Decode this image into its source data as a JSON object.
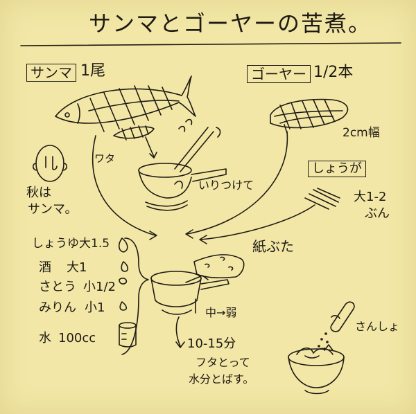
{
  "title": "サンマとゴーヤーの苦煮。",
  "ingredients": {
    "sanma_label": "サンマ",
    "sanma_qty": "1尾",
    "goya_label": "ゴーヤー",
    "goya_qty": "1/2本",
    "goya_cut": "2cm幅",
    "ginger_label": "しょうが",
    "ginger_qty_line1": "大1-2",
    "ginger_qty_line2": "ぶん"
  },
  "notes": {
    "guts": "ワタ",
    "fry": "いりつけて",
    "autumn_line1": "秋は",
    "autumn_line2": "サンマ。",
    "paper_lid": "紙ぶた",
    "heat": "中→弱",
    "time": "10-15分",
    "finish_line1": "フタとって",
    "finish_line2": "水分とばす。",
    "garnish": "さんしょ"
  },
  "seasonings": [
    {
      "name": "しょうゆ",
      "amount": "大1.5"
    },
    {
      "name": "酒",
      "amount": "大1"
    },
    {
      "name": "さとう",
      "amount": "小1/2"
    },
    {
      "name": "みりん",
      "amount": "小1"
    },
    {
      "name": "水",
      "amount": "100cc"
    }
  ],
  "icons": [
    "fish-icon",
    "goya-icon",
    "pan-icon",
    "chopsticks-icon",
    "pot-icon",
    "paper-lid-icon",
    "bowl-icon",
    "sansho-shaker-icon",
    "face-icon",
    "measuring-cup-icon"
  ],
  "colors": {
    "paper": "#f2e7a6",
    "ink": "#1e1a14"
  }
}
